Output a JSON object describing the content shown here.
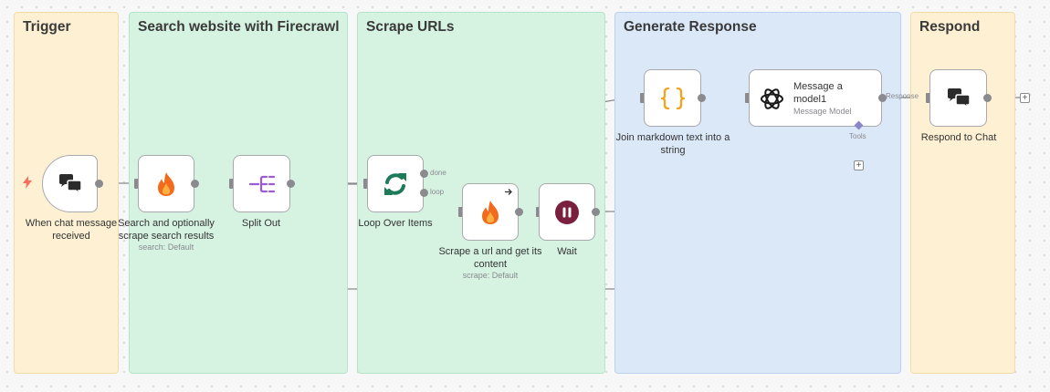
{
  "zones": {
    "trigger": "Trigger",
    "search": "Search website with Firecrawl",
    "scrape": "Scrape URLs",
    "generate": "Generate Response",
    "respond": "Respond"
  },
  "nodes": {
    "chat_trigger": {
      "label": "When chat message received",
      "icon": "chat-bubbles-icon"
    },
    "search": {
      "label": "Search and optionally scrape search results",
      "sub": "search: Default",
      "icon": "firecrawl-flame-icon"
    },
    "split_out": {
      "label": "Split Out",
      "icon": "split-out-icon"
    },
    "loop": {
      "label": "Loop Over Items",
      "icon": "loop-arrows-icon"
    },
    "scrape": {
      "label": "Scrape a url and get its content",
      "sub": "scrape: Default",
      "icon": "firecrawl-flame-icon"
    },
    "wait": {
      "label": "Wait",
      "icon": "pause-icon"
    },
    "join": {
      "label": "Join markdown text into a string",
      "icon": "code-braces-icon"
    },
    "model": {
      "title": "Message a model1",
      "sub": "Message Model",
      "icon": "openai-icon"
    },
    "respond": {
      "label": "Respond to Chat",
      "icon": "chat-bubbles-icon"
    }
  },
  "connections": {
    "done": "done",
    "loop": "loop",
    "tools": "Tools",
    "response": "Response"
  },
  "colors": {
    "flame": "#f26a1b",
    "loop_green": "#1f7a5a",
    "split_purple": "#9b5cd6",
    "braces_orange": "#f6a21b",
    "wait_maroon": "#7a1f3d",
    "trigger_bolt": "#ff6d5a"
  }
}
